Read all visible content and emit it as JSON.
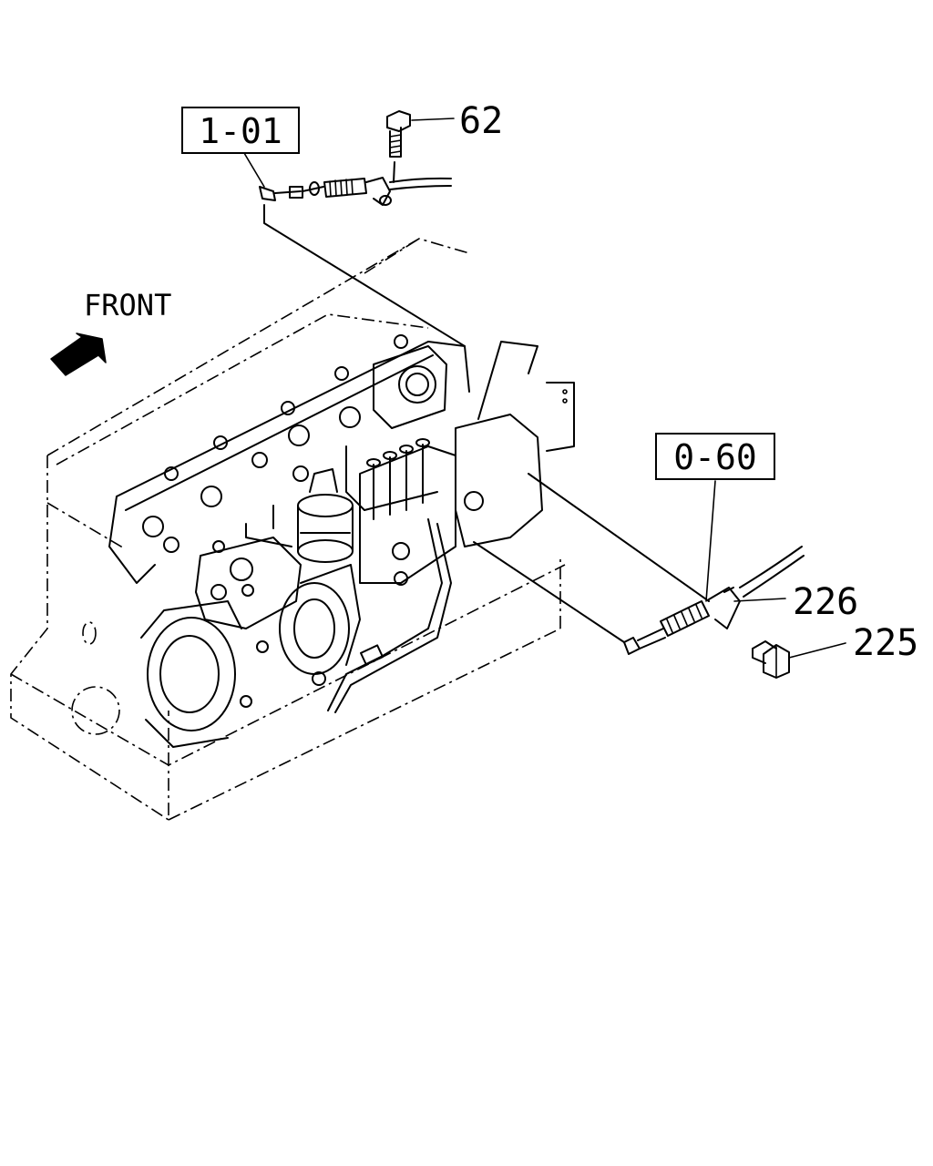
{
  "direction": {
    "label": "FRONT",
    "icon": "arrow-icon"
  },
  "references": [
    {
      "id": "ref-1-01",
      "text": "1-01"
    },
    {
      "id": "ref-0-60",
      "text": "0-60"
    }
  ],
  "callouts": [
    {
      "id": "callout-62",
      "text": "62"
    },
    {
      "id": "callout-226",
      "text": "226"
    },
    {
      "id": "callout-225",
      "text": "225"
    }
  ]
}
